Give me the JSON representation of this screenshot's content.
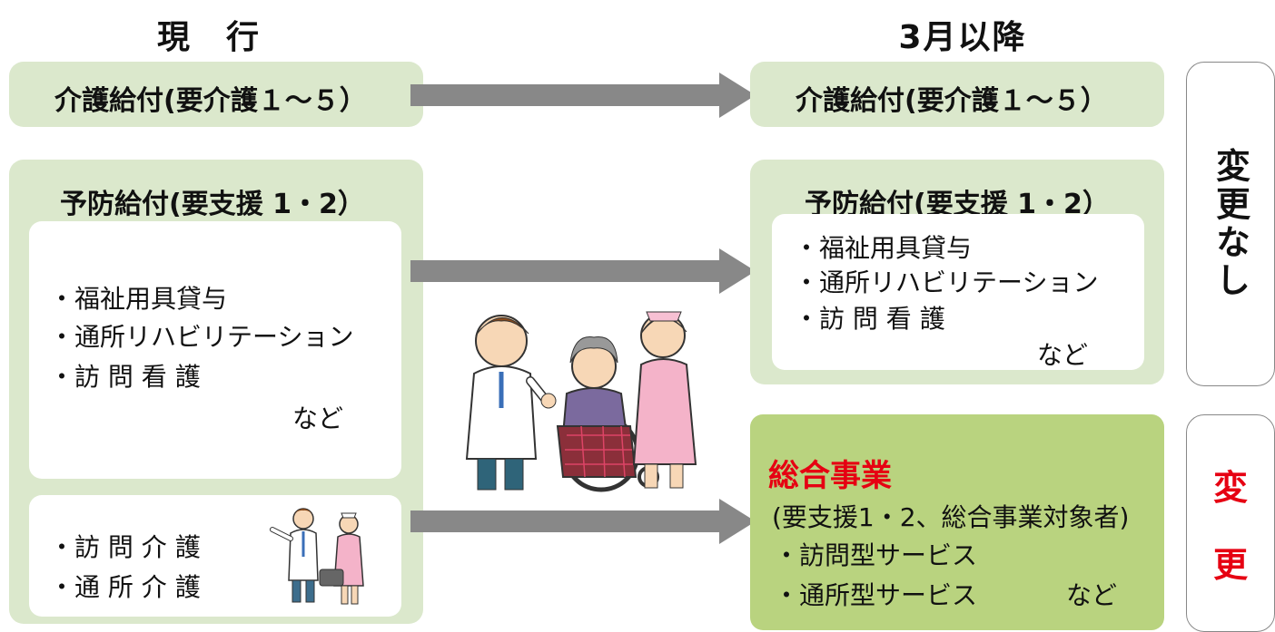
{
  "headers": {
    "current": "現　行",
    "after": "3月以降"
  },
  "left": {
    "care_benefit": "介護給付(要介護１～５）",
    "prevention_title": "予防給付(要支援 1・2）",
    "prevention_items": [
      "・福祉用具貸与",
      "・通所リハビリテーション",
      "・訪 問 看 護"
    ],
    "prevention_etc": "など",
    "care_items": [
      "・訪 問 介 護",
      "・通 所 介 護"
    ]
  },
  "right": {
    "care_benefit": "介護給付(要介護１～５）",
    "prevention_title": "予防給付(要支援 1・2）",
    "prevention_items": [
      "・福祉用具貸与",
      "・通所リハビリテーション",
      "・訪 問 看 護"
    ],
    "prevention_etc": "など",
    "general_title": "総合事業",
    "general_sub": "(要支援1・2、総合事業対象者)",
    "general_items": [
      "・訪問型サービス",
      "・通所型サービス"
    ],
    "general_etc": "など"
  },
  "side": {
    "no_change": "変更なし",
    "change_1": "変",
    "change_2": "更"
  },
  "colors": {
    "box_light": "#dbe8cc",
    "box_green": "#b9d37f",
    "arrow": "#888888",
    "accent_red": "#e60012"
  },
  "illustrations": [
    "doctor-nurse-wheelchair-patient-illustration",
    "doctor-nurse-small-illustration"
  ]
}
